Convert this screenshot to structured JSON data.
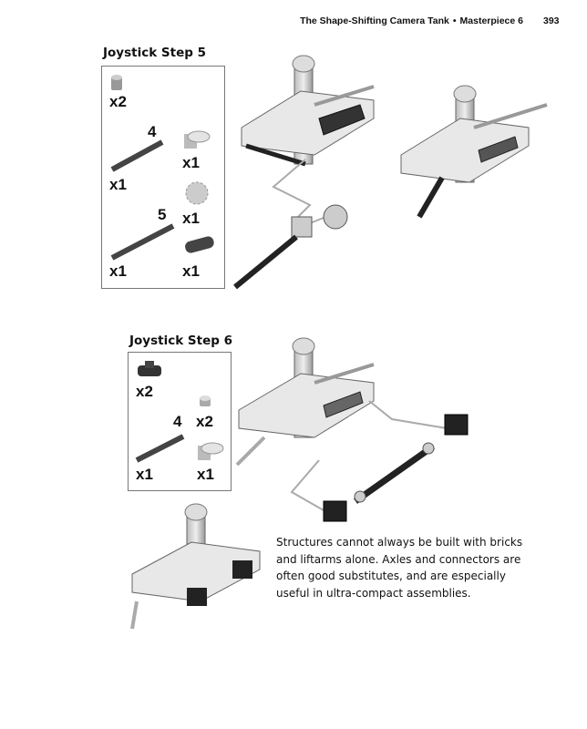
{
  "header": {
    "book_title": "The Shape-Shifting Camera Tank",
    "bullet": "•",
    "chapter": "Masterpiece 6",
    "page_number": "393"
  },
  "step5": {
    "title": "Joystick Step 5",
    "parts": [
      {
        "icon": "bush-icon",
        "qty": "x2"
      },
      {
        "icon": "axle-icon",
        "length": "4",
        "qty": "x1"
      },
      {
        "icon": "axle-pin-connector-icon",
        "qty": "x1"
      },
      {
        "icon": "gear-icon",
        "qty": "x1"
      },
      {
        "icon": "axle-icon",
        "length": "5",
        "qty": "x1"
      },
      {
        "icon": "liftarm-icon",
        "qty": "x1"
      }
    ]
  },
  "step6": {
    "title": "Joystick Step 6",
    "parts": [
      {
        "icon": "cross-connector-icon",
        "qty": "x2"
      },
      {
        "icon": "bush-icon",
        "qty": "x2"
      },
      {
        "icon": "axle-icon",
        "length": "4",
        "qty": "x1"
      },
      {
        "icon": "axle-pin-connector-icon",
        "qty": "x1"
      }
    ]
  },
  "body_text": {
    "lines": [
      "Structures cannot always be built with bricks",
      "and liftarms alone. Axles and connectors are",
      "often good substitutes, and are especially",
      "useful in ultra-compact assemblies."
    ]
  }
}
